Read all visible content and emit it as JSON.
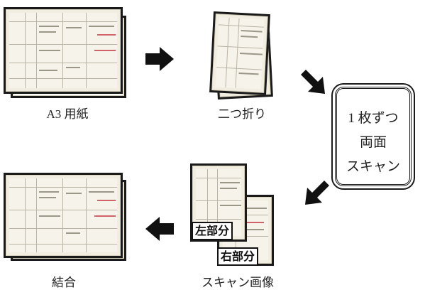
{
  "captions": {
    "a3_paper": "A3 用紙",
    "folded": "二つ折り",
    "combined": "結合",
    "scanned_images": "スキャン画像"
  },
  "step_box": {
    "line1": "1 枚ずつ",
    "line2": "両面",
    "line3": "スキャン"
  },
  "tags": {
    "left_part": "左部分",
    "right_part": "右部分"
  }
}
